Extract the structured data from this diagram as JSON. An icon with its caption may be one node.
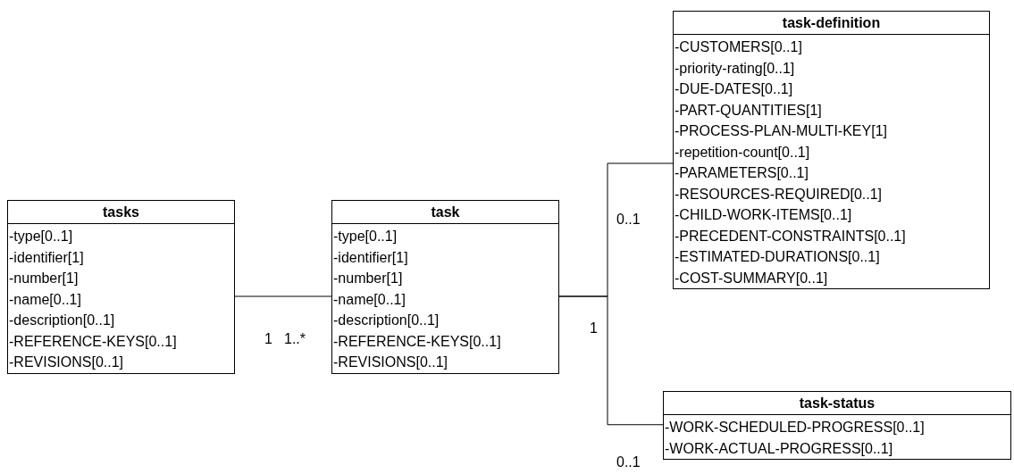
{
  "diagram": {
    "nodes": [
      {
        "text": [
          "tasks",
          "-type[0..1]",
          "-identifier[1]",
          "-number[1]",
          "-name[0..1]",
          "-description[0..1]",
          "-REFERENCE-KEYS[0..1]",
          "-REVISIONS[0..1]"
        ]
      },
      {
        "text": [
          "task",
          "-type[0..1]",
          "-identifier[1]",
          "-number[1]",
          "-name[0..1]",
          "-description[0..1]",
          "-REFERENCE-KEYS[0..1]",
          "-REVISIONS[0..1]"
        ]
      },
      {
        "text": [
          "task-definition",
          "-CUSTOMERS[0..1]",
          "-priority-rating[0..1]",
          "-DUE-DATES[0..1]",
          "-PART-QUANTITIES[1]",
          "-PROCESS-PLAN-MULTI-KEY[1]",
          "-repetition-count[0..1]",
          "-PARAMETERS[0..1]",
          "-RESOURCES-REQUIRED[0..1]",
          "-CHILD-WORK-ITEMS[0..1]",
          "-PRECEDENT-CONSTRAINTS[0..1]",
          "-ESTIMATED-DURATIONS[0..1]",
          "-COST-SUMMARY[0..1]"
        ]
      },
      {
        "text": [
          "task-status",
          "-WORK-SCHEDULED-PROGRESS[0..1]",
          "-WORK-ACTUAL-PROGRESS[0..1]"
        ]
      }
    ],
    "edges": [
      {
        "from": 0,
        "to": 1,
        "arrow": "none"
      },
      {
        "from": 1,
        "to": 2,
        "arrow": "none"
      },
      {
        "from": 1,
        "to": 3,
        "arrow": "none"
      }
    ],
    "labels": [
      "0..1",
      "1",
      "1..*",
      "1",
      "0..1"
    ]
  }
}
